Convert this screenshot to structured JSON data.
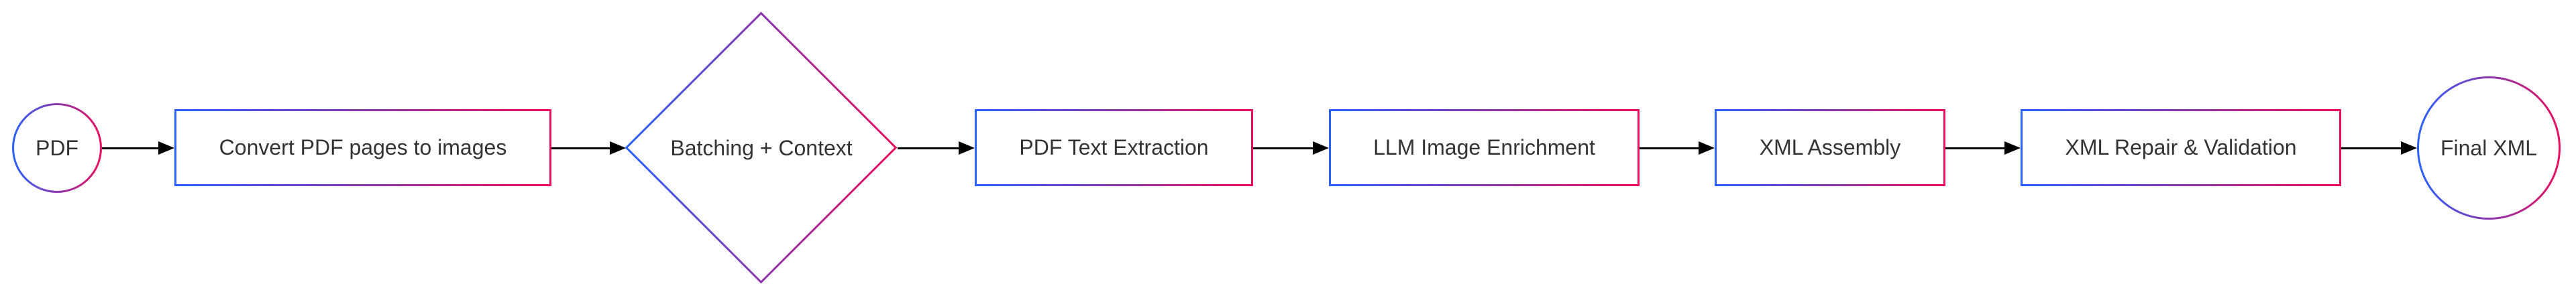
{
  "diagram": {
    "type": "flowchart-left-to-right",
    "colors": {
      "gradient_start": "#2962ff",
      "gradient_end": "#ec0e5e",
      "node_fill": "#ffffff",
      "text": "#333333",
      "arrow": "#000000",
      "background": "#ffffff"
    },
    "nodes": [
      {
        "id": "pdf",
        "shape": "circle",
        "label": "PDF"
      },
      {
        "id": "convert",
        "shape": "rect",
        "label": "Convert PDF pages to images"
      },
      {
        "id": "batching",
        "shape": "diamond",
        "label": "Batching + Context"
      },
      {
        "id": "extract",
        "shape": "rect",
        "label": "PDF Text Extraction"
      },
      {
        "id": "enrich",
        "shape": "rect",
        "label": "LLM Image Enrichment"
      },
      {
        "id": "assembly",
        "shape": "rect",
        "label": "XML Assembly"
      },
      {
        "id": "repair",
        "shape": "rect",
        "label": "XML Repair & Validation"
      },
      {
        "id": "final",
        "shape": "circle",
        "label": "Final XML"
      }
    ],
    "edges": [
      {
        "from": "pdf",
        "to": "convert"
      },
      {
        "from": "convert",
        "to": "batching"
      },
      {
        "from": "batching",
        "to": "extract"
      },
      {
        "from": "extract",
        "to": "enrich"
      },
      {
        "from": "enrich",
        "to": "assembly"
      },
      {
        "from": "assembly",
        "to": "repair"
      },
      {
        "from": "repair",
        "to": "final"
      }
    ]
  }
}
